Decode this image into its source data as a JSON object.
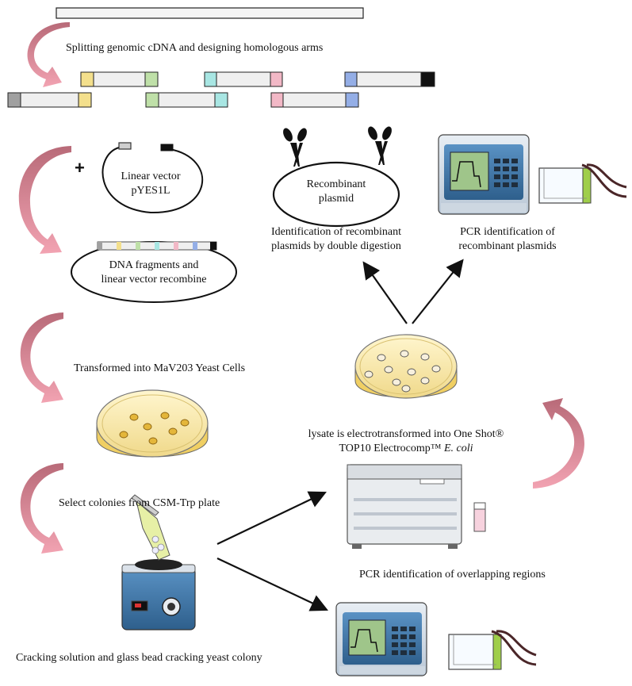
{
  "steps": {
    "split": "Splitting genomic cDNA and designing homologous arms",
    "plus": "+",
    "vector_line1": "Linear vector",
    "vector_line2": "pYES1L",
    "recombine_line1": "DNA fragments and",
    "recombine_line2": "linear vector recombine",
    "transform": "Transformed into MaV203  Yeast Cells",
    "select": "Select colonies from CSM-Trp plate",
    "cracking": "Cracking solution and glass bead cracking yeast colony",
    "pcr_overlap": "PCR  identification of overlapping regions",
    "electro_line1": "lysate is electrotransformed into One Shot®",
    "electro_line2_pre": "TOP10 Electrocomp™ ",
    "electro_line2_italic": "E. coli",
    "recomb_plasmid_line1": "Recombinant",
    "recomb_plasmid_line2": "plasmid",
    "digestion_line1": "Identification of recombinant",
    "digestion_line2": "plasmids by double digestion",
    "pcr_plasmid_line1": "PCR identification of",
    "pcr_plasmid_line2": "recombinant plasmids"
  },
  "colors": {
    "yellow_arm": "#f3df8c",
    "green_arm": "#bfe0a8",
    "cyan_arm": "#a8e6e3",
    "pink_arm": "#f2b8c6",
    "blue_arm": "#94aee6",
    "grey_arm": "#a0a0a0",
    "fragment": "#efefef",
    "arrow": "#e8899a",
    "machine_blue": "#3f78a8",
    "screen_green": "#9fc58a",
    "agar": "#f6e7a4",
    "colony": "#e4b63a"
  }
}
